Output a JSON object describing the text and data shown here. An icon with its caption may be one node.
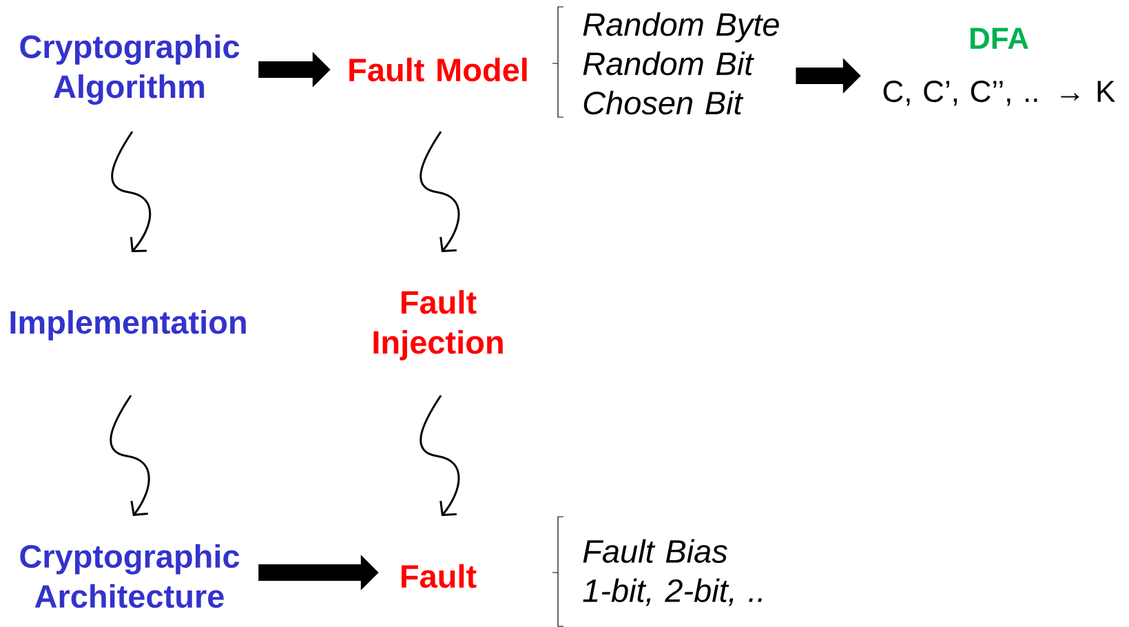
{
  "diagram": {
    "nodes": [
      {
        "text": [
          "Cryptographic Algorithm"
        ]
      },
      {
        "text": [
          "Fault Model"
        ]
      },
      {
        "text": [
          "Random Byte",
          "Random Bit",
          "Chosen Bit"
        ]
      },
      {
        "text": [
          "DFA",
          "C, C’, C’’, .. → K"
        ]
      },
      {
        "text": [
          "Implementation"
        ]
      },
      {
        "text": [
          "Fault Injection"
        ]
      },
      {
        "text": [
          "Cryptographic Architecture"
        ]
      },
      {
        "text": [
          "Fault"
        ]
      },
      {
        "text": [
          "Fault Bias",
          "1-bit, 2-bit, .."
        ]
      }
    ],
    "edges": [
      {
        "from": 0,
        "to": 1,
        "arrow": "to",
        "style": "thick"
      },
      {
        "from": 2,
        "to": 3,
        "arrow": "to",
        "style": "thick"
      },
      {
        "from": 6,
        "to": 7,
        "arrow": "to",
        "style": "thick"
      },
      {
        "from": 0,
        "to": 4,
        "arrow": "to"
      },
      {
        "from": 4,
        "to": 6,
        "arrow": "to"
      },
      {
        "from": 1,
        "to": 5,
        "arrow": "to"
      },
      {
        "from": 5,
        "to": 7,
        "arrow": "to"
      }
    ]
  }
}
